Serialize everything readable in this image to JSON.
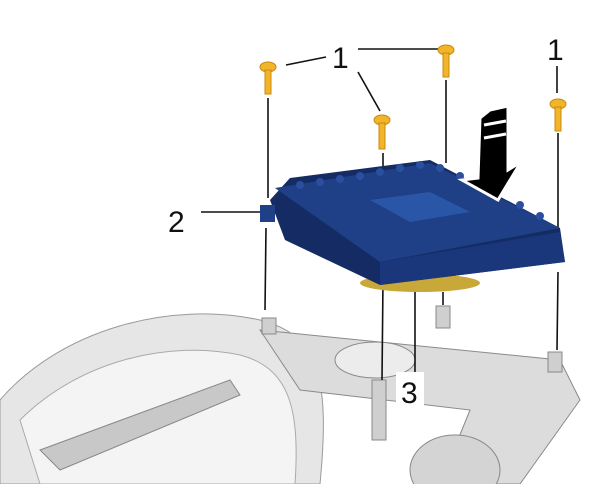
{
  "diagram": {
    "callouts": [
      {
        "id": "screw-label-left",
        "text": "1"
      },
      {
        "id": "screw-label-right",
        "text": "1"
      },
      {
        "id": "module-connector-label",
        "text": "2"
      },
      {
        "id": "seal-label",
        "text": "3"
      }
    ],
    "colors": {
      "module": "#1f3f86",
      "module_dark": "#142c63",
      "screw": "#f2b429",
      "housing": "#d8d8d8",
      "arrow": "#000000"
    }
  }
}
